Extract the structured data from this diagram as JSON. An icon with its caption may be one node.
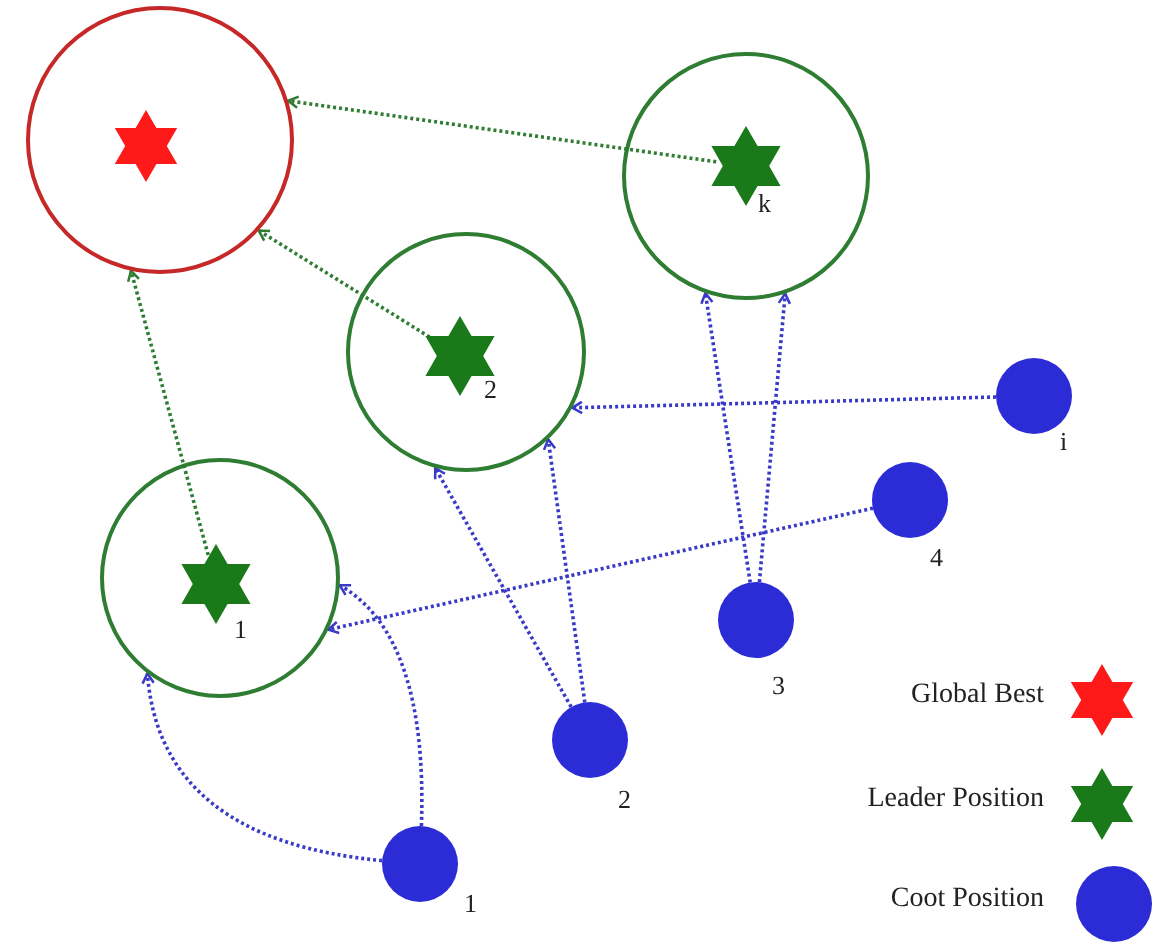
{
  "diagram": {
    "nodes": [
      {
        "text": [],
        "shape": "circle"
      },
      {
        "text": [],
        "shape": "star",
        "in": 0
      },
      {
        "text": [],
        "shape": "circle"
      },
      {
        "text": [],
        "shape": "star",
        "in": 2,
        "beside": [
          "k"
        ]
      },
      {
        "text": [],
        "shape": "circle"
      },
      {
        "text": [],
        "shape": "star",
        "in": 4,
        "beside": [
          "2"
        ]
      },
      {
        "text": [],
        "shape": "circle"
      },
      {
        "text": [],
        "shape": "star",
        "in": 6,
        "beside": [
          "1"
        ]
      },
      {
        "text": [],
        "shape": "circle",
        "beside": [
          "i"
        ]
      },
      {
        "text": [],
        "shape": "circle",
        "beside": [
          "4"
        ]
      },
      {
        "text": [],
        "shape": "circle",
        "beside": [
          "3"
        ]
      },
      {
        "text": [],
        "shape": "circle",
        "beside": [
          "2"
        ]
      },
      {
        "text": [],
        "shape": "circle",
        "beside": [
          "1"
        ]
      }
    ],
    "edges": [
      {
        "from": 3,
        "to": 0,
        "arrow": "to",
        "color": "#2e7d32"
      },
      {
        "from": 5,
        "to": 0,
        "arrow": "to",
        "color": "#2e7d32"
      },
      {
        "from": 7,
        "to": 0,
        "arrow": "to",
        "color": "#2e7d32"
      },
      {
        "from": 8,
        "to": 4,
        "arrow": "to"
      },
      {
        "from": 9,
        "to": 6,
        "arrow": "to"
      },
      {
        "from": 10,
        "to": 2,
        "arrow": "to"
      },
      {
        "from": 10,
        "to": 2,
        "arrow": "to"
      },
      {
        "from": 11,
        "to": 4,
        "arrow": "to"
      },
      {
        "from": 11,
        "to": 4,
        "arrow": "to"
      },
      {
        "from": 12,
        "to": 6,
        "arrow": "to"
      },
      {
        "from": 12,
        "to": 6,
        "arrow": "to"
      }
    ],
    "legend": [
      {
        "text": "Global Best"
      },
      {
        "text": "Leader Position"
      },
      {
        "text": "Coot Position"
      }
    ]
  }
}
